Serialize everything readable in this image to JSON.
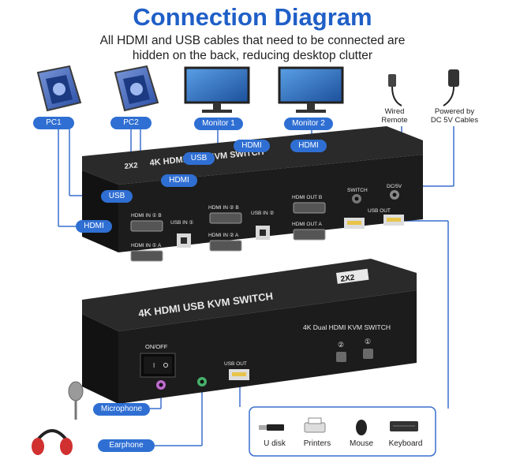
{
  "header": {
    "title": "Connection Diagram",
    "subtitle_line1": "All HDMI and USB cables that need to be connected are",
    "subtitle_line2": "hidden on the back, reducing desktop clutter"
  },
  "tags": {
    "pc1": "PC1",
    "pc2": "PC2",
    "monitor1": "Monitor 1",
    "monitor2": "Monitor 2",
    "hdmi_top1": "HDMI",
    "hdmi_top2": "HDMI",
    "usb_top": "USB",
    "hdmi_mid": "HDMI",
    "usb_left": "USB",
    "hdmi_left": "HDMI",
    "microphone": "Microphone",
    "earphone": "Earphone"
  },
  "captions": {
    "wired_remote_1": "Wired",
    "wired_remote_2": "Remote",
    "power_1": "Powered by",
    "power_2": "DC 5V Cables"
  },
  "back_panel": {
    "name": "4K HDMI USB KVM SWITCH",
    "badge": "2X2",
    "hdmi_in_1b": "HDMI IN ① B",
    "hdmi_in_1a": "HDMI IN ① A",
    "usb_in_1": "USB IN ①",
    "hdmi_in_2b": "HDMI IN ② B",
    "hdmi_in_2a": "HDMI IN ② A",
    "usb_in_2": "USB IN ②",
    "hdmi_out_b": "HDMI OUT B",
    "hdmi_out_a": "HDMI OUT A",
    "switch": "SWITCH",
    "dc5v": "DC/5V",
    "usb_out": "USB OUT"
  },
  "front_panel": {
    "name": "4K HDMI USB KVM SWITCH",
    "badge": "2X2",
    "subtitle": "4K Dual HDMI KVM SWITCH",
    "btn2": "②",
    "btn1": "①",
    "onoff": "ON/OFF",
    "usb_out": "USB OUT"
  },
  "peripherals": [
    {
      "label": "U disk",
      "icon": "usb-disk-icon"
    },
    {
      "label": "Printers",
      "icon": "printer-icon"
    },
    {
      "label": "Mouse",
      "icon": "mouse-icon"
    },
    {
      "label": "Keyboard",
      "icon": "keyboard-icon"
    }
  ],
  "colors": {
    "accent": "#2f6fd3",
    "title": "#1f5fc7",
    "device": "#1c1c1c"
  }
}
